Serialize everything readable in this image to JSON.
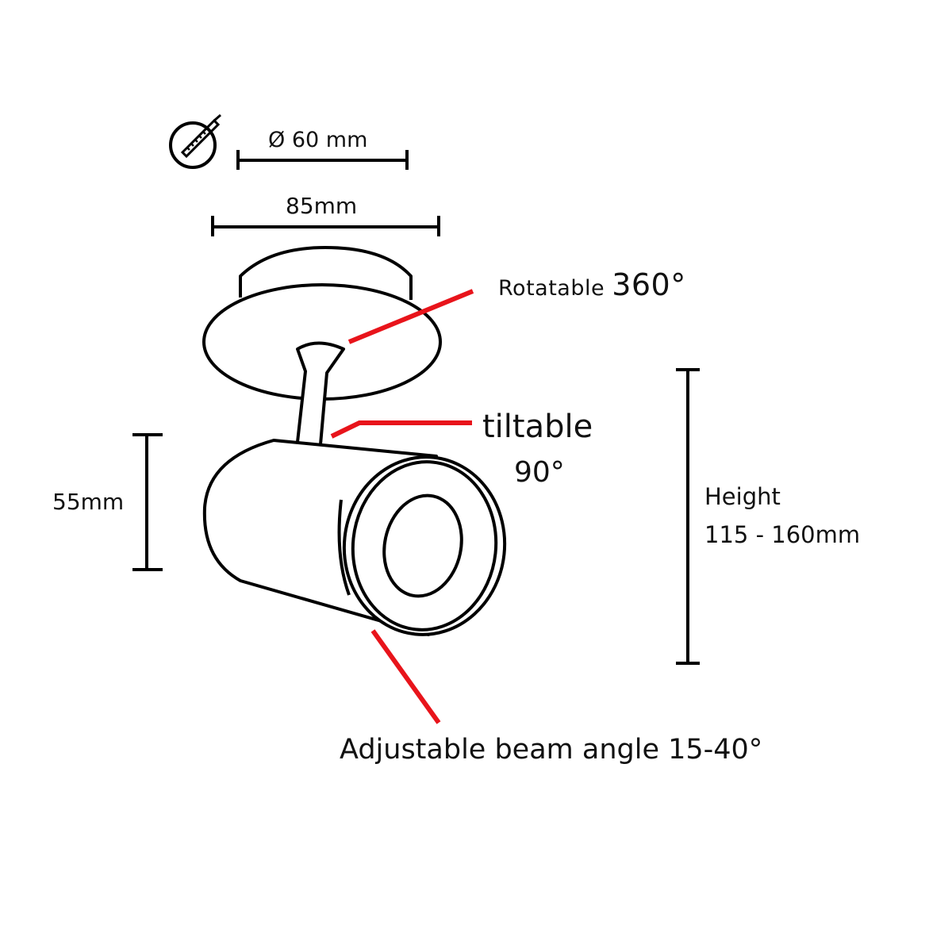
{
  "labels": {
    "cutout": "Ø 60 mm",
    "width": "85mm",
    "rotatable_text": "Rotatable",
    "rotatable_angle": "360°",
    "tiltable_text": "tiltable",
    "tiltable_angle": "90°",
    "diameter": "55mm",
    "height_label": "Height",
    "height_value": "115 - 160mm",
    "beam": "Adjustable beam angle 15-40°"
  },
  "colors": {
    "outline": "#000000",
    "callout": "#e8141b",
    "background": "#ffffff"
  },
  "icons": {
    "cutout": "saw-cutout-icon"
  }
}
